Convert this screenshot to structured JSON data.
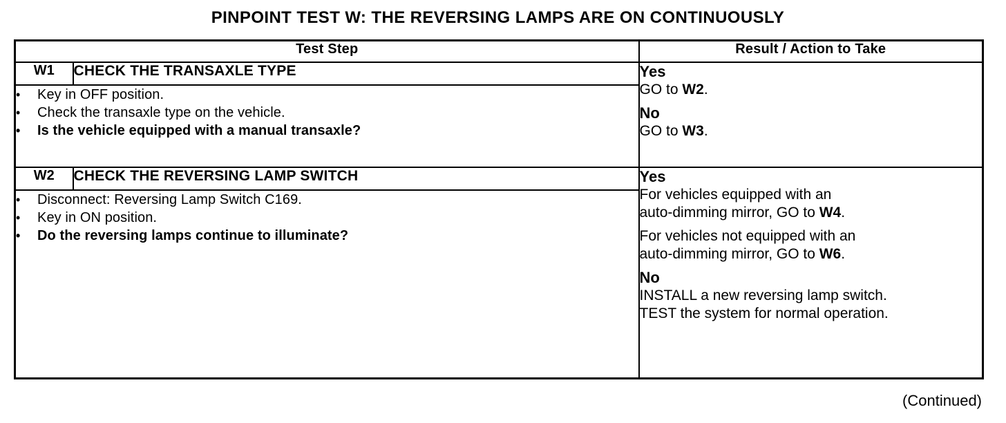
{
  "title": "PINPOINT TEST W: THE REVERSING LAMPS ARE ON CONTINUOUSLY",
  "glyphs": {
    "bullet": "•"
  },
  "colors": {
    "text": "#000000",
    "background": "#ffffff",
    "border": "#000000"
  },
  "table": {
    "headers": {
      "test_step": "Test Step",
      "result": "Result / Action to Take"
    },
    "rows": [
      {
        "num": "W1",
        "title": "CHECK THE TRANSAXLE TYPE",
        "bullets": [
          {
            "text": "Key in OFF position.",
            "bold": false
          },
          {
            "text": "Check the transaxle type on the vehicle.",
            "bold": false
          },
          {
            "text": "Is the vehicle equipped with a manual transaxle?",
            "bold": true
          }
        ],
        "result_blocks": [
          {
            "header": "Yes",
            "paragraphs": [
              [
                [
                  {
                    "t": "GO to ",
                    "b": 0
                  },
                  {
                    "t": "W2",
                    "b": 1
                  },
                  {
                    "t": ".",
                    "b": 0
                  }
                ]
              ]
            ]
          },
          {
            "header": "No",
            "paragraphs": [
              [
                [
                  {
                    "t": "GO to ",
                    "b": 0
                  },
                  {
                    "t": "W3",
                    "b": 1
                  },
                  {
                    "t": ".",
                    "b": 0
                  }
                ]
              ]
            ]
          }
        ]
      },
      {
        "num": "W2",
        "title": "CHECK THE REVERSING LAMP SWITCH",
        "bullets": [
          {
            "text": "Disconnect: Reversing Lamp Switch C169.",
            "bold": false
          },
          {
            "text": "Key in ON position.",
            "bold": false
          },
          {
            "text": "Do the reversing lamps continue to illuminate?",
            "bold": true
          }
        ],
        "result_blocks": [
          {
            "header": "Yes",
            "paragraphs": [
              [
                [
                  {
                    "t": "For vehicles equipped with an",
                    "b": 0
                  }
                ],
                [
                  {
                    "t": "auto-dimming mirror, GO to ",
                    "b": 0
                  },
                  {
                    "t": "W4",
                    "b": 1
                  },
                  {
                    "t": ".",
                    "b": 0
                  }
                ]
              ],
              [
                [
                  {
                    "t": "For vehicles not equipped with an",
                    "b": 0
                  }
                ],
                [
                  {
                    "t": "auto-dimming mirror, GO to ",
                    "b": 0
                  },
                  {
                    "t": "W6",
                    "b": 1
                  },
                  {
                    "t": ".",
                    "b": 0
                  }
                ]
              ]
            ]
          },
          {
            "header": "No",
            "paragraphs": [
              [
                [
                  {
                    "t": "INSTALL a new reversing lamp switch.",
                    "b": 0
                  }
                ],
                [
                  {
                    "t": "TEST the system for normal operation.",
                    "b": 0
                  }
                ]
              ]
            ]
          }
        ]
      }
    ]
  },
  "footer": {
    "continued": "(Continued)"
  }
}
